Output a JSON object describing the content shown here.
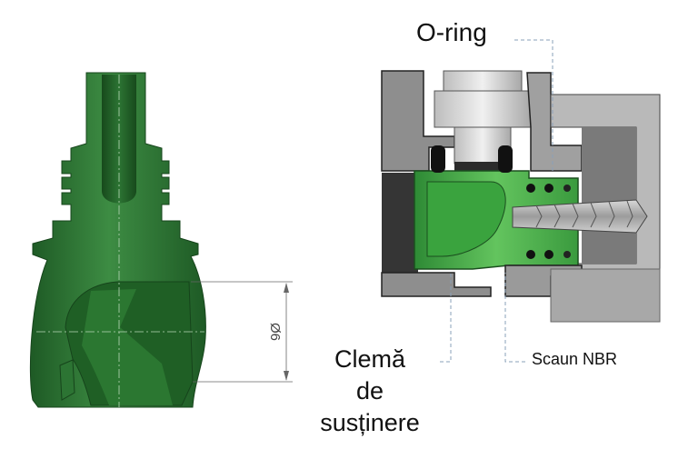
{
  "labels": {
    "oring": "O-ring",
    "clema_line1": "Clemă",
    "clema_line2": "de",
    "clema_line3": "susținere",
    "scaun": "Scaun NBR",
    "dimension": "Ø6"
  },
  "colors": {
    "green_body": "#2f7a36",
    "green_dark": "#1d5423",
    "green_light": "#5cb95a",
    "steel": "#9a9a9a",
    "steel_dark": "#3a3a3a",
    "leader": "#8aa0b8"
  }
}
